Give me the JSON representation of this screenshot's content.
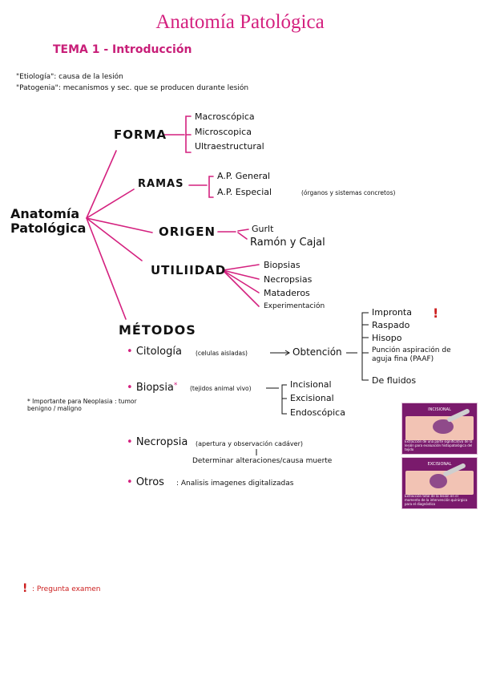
{
  "header": {
    "title": "Anatomía Patológica",
    "subtitle": "TEMA 1 - Introducción"
  },
  "definitions": {
    "etiologia": "\"Etiología\": causa de la lesión",
    "patogenia": "\"Patogenia\": mecanismos y sec. que se producen durante lesión"
  },
  "root": "Anatomía Patológica",
  "branches": {
    "forma": {
      "label": "FORMA",
      "items": [
        "Macroscópica",
        "Microscopica",
        "Ultraestructural"
      ]
    },
    "ramas": {
      "label": "RAMAS",
      "items": [
        "A.P. General",
        "A.P. Especial"
      ],
      "note": "(órganos y sistemas concretos)"
    },
    "origen": {
      "label": "ORIGEN",
      "items": [
        "Gurlt",
        "Ramón y Cajal"
      ]
    },
    "utilidad": {
      "label": "UTILIIDAD",
      "items": [
        "Biopsias",
        "Necropsias",
        "Mataderos",
        "Experimentación"
      ]
    }
  },
  "methods": {
    "heading": "MÉTODOS",
    "citologia": {
      "label": "Citología",
      "note": "(celulas aisladas)",
      "result": "Obtención",
      "items": [
        "Impronta",
        "Raspado",
        "Hisopo",
        "Punción aspiración de aguja fina (PAAF)",
        "De fluidos"
      ]
    },
    "biopsia": {
      "label": "Biopsia",
      "asterisk": "*",
      "note": "(tejidos animal vivo)",
      "items": [
        "Incisional",
        "Excisional",
        "Endoscópica"
      ],
      "side_note": "* Importante para Neoplasia : tumor benigno / maligno"
    },
    "necropsia": {
      "label": "Necropsia",
      "note": "(apertura y observación cadáver)",
      "subnote": "Determinar alteraciones/causa muerte"
    },
    "otros": {
      "label": "Otros",
      "note": ": Analisis imagenes digitalizadas"
    }
  },
  "exam_marker": "!",
  "legend": ": Pregunta examen",
  "thumbnails": [
    {
      "label": "INCISIONAL",
      "caption": "Extracción de una parte significativa de la lesión para evaluación histopatológica del tejido"
    },
    {
      "label": "EXCISIONAL",
      "caption": "Extracción total de la lesión en el momento de la intervención quirúrgica para el diagnóstico"
    }
  ],
  "colors": {
    "accent": "#d4217f",
    "exam": "#cc1e1e",
    "thumb_bg": "#7a1a6c"
  }
}
